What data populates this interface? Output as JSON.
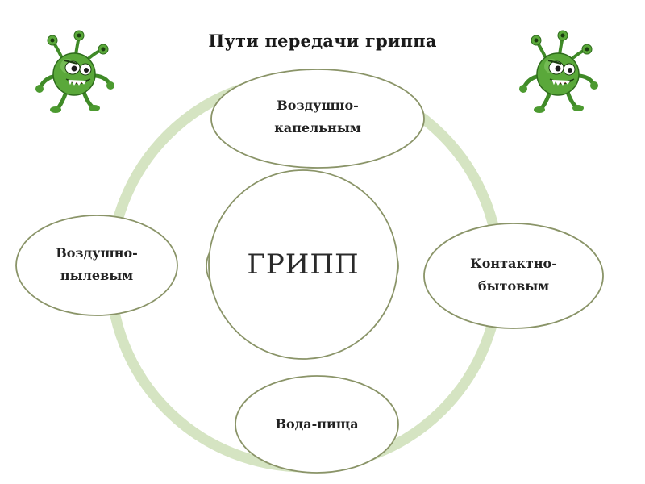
{
  "title": "Пути передачи гриппа",
  "center": "ГРИПП",
  "nodes": {
    "top": [
      "Воздушно-",
      "капельным"
    ],
    "right": [
      "Контактно-",
      "бытовым"
    ],
    "bottom": [
      "Вода-пища"
    ],
    "left": [
      "Воздушно-",
      "пылевым"
    ]
  },
  "colors": {
    "ring": "#d5e4c2",
    "ellipse_stroke": "#8a9468",
    "virus_body": "#5aa83a",
    "virus_dark": "#2e6b1c"
  },
  "icons": {
    "left": "virus-mascot-icon",
    "right": "virus-mascot-icon"
  }
}
